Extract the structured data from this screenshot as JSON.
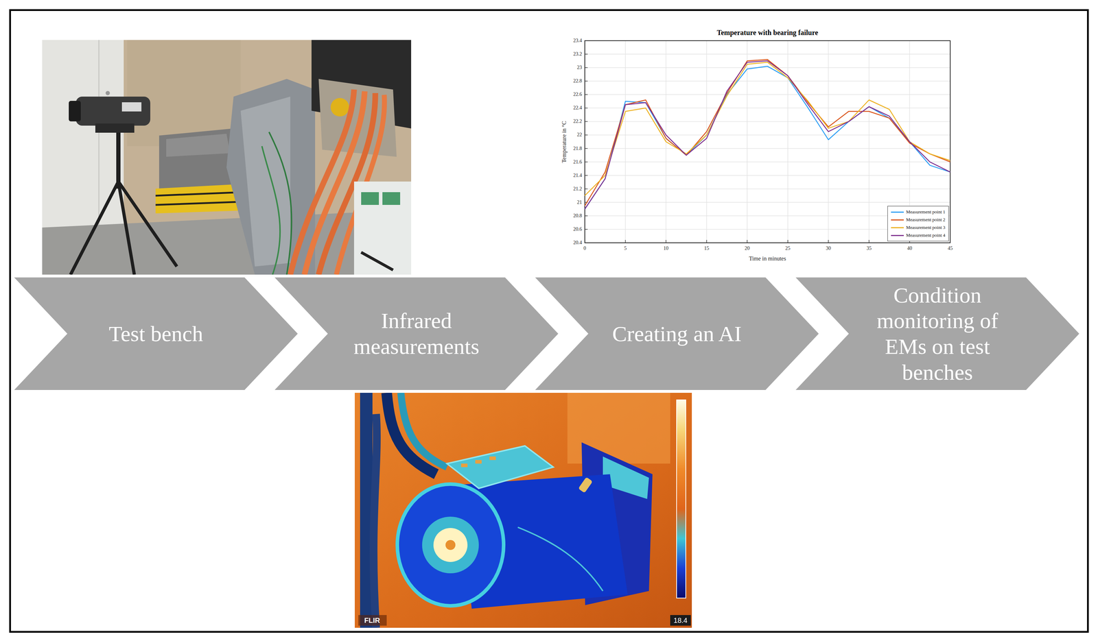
{
  "diagram": {
    "nodes": [
      {
        "text": [
          "Test bench"
        ]
      },
      {
        "text": [
          "Infrared measurements"
        ]
      },
      {
        "text": [
          "Creating an AI"
        ]
      },
      {
        "text": [
          "Condition monitoring of EMs on test benches"
        ]
      }
    ],
    "labels": [
      "Temperature with bearing failure",
      "Temperature in °C",
      "Time in minutes",
      "23.4",
      "23.2",
      "23",
      "22.8",
      "22.6",
      "22.4",
      "22.2",
      "22",
      "21.8",
      "21.6",
      "21.4",
      "21.2",
      "21",
      "20.8",
      "20.6",
      "20.4",
      "0",
      "5",
      "10",
      "15",
      "20",
      "25",
      "30",
      "35",
      "40",
      "45",
      "FLIR",
      "18.4"
    ],
    "legend": [
      {
        "text": "Measurement point 1"
      },
      {
        "text": "Measurement point 2"
      },
      {
        "text": "Measurement point 3"
      },
      {
        "text": "Measurement point 4"
      }
    ]
  }
}
